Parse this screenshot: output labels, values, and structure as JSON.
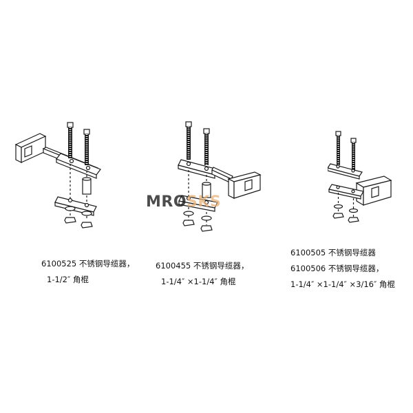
{
  "watermark": {
    "text_a": "MRO",
    "text_b": "SKS"
  },
  "items": [
    {
      "lines": [
        "6100525 不锈钢导缆器，",
        "1-1/2″ 角棍"
      ]
    },
    {
      "lines": [
        "6100455 不锈钢导缆器，",
        "1-1/4″ ×1-1/4″ 角棍"
      ]
    },
    {
      "lines": [
        "6100505 不锈钢导缆器",
        "6100506 不锈钢导缆器，",
        "1-1/4″ ×1-1/4″ ×3/16″ 角棍"
      ]
    }
  ],
  "colors": {
    "line": "#1a1a1a",
    "fill": "#ffffff"
  }
}
